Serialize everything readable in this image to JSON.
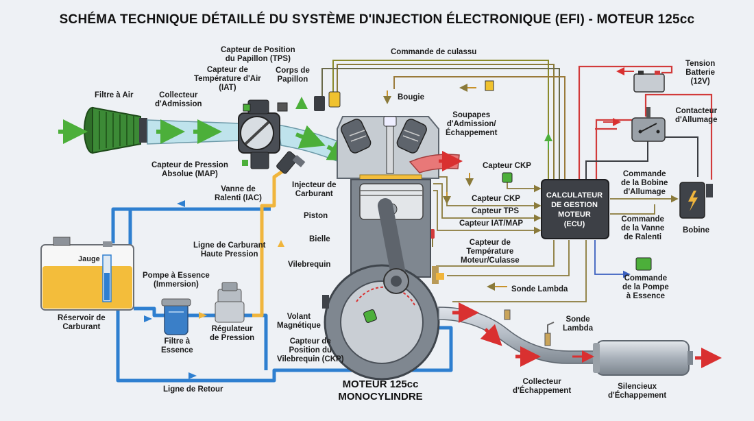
{
  "title": "SCHÉMA TECHNIQUE DÉTAILLÉ DU SYSTÈME D'INJECTION ÉLECTRONIQUE (EFI) - MOTEUR 125cc",
  "ecu_label": "CALCULATEUR\nDE GESTION\nMOTEUR\n(ECU)",
  "engine_label": "MOTEUR 125cc\nMONOCYLINDRE",
  "gauge_label": "Jauge",
  "colors": {
    "background": "#eef1f5",
    "fuel_line_high": "#f0b53c",
    "fuel_line_low": "#2e7fd0",
    "sensor_wire": "#8a7a3a",
    "power_wire": "#d23a3a",
    "ecu_body": "#3d4046",
    "fuel": "#f3bd3b",
    "air_filter": "#3c8a36",
    "intake_pipe": "#bfe3ec",
    "exhaust_port": "#e87878",
    "arrow_green": "#4caf3a",
    "arrow_red": "#d93030"
  },
  "labels": {
    "filtre_air": "Filtre à Air",
    "collecteur_admission": "Collecteur\nd'Admission",
    "capteur_iat": "Capteur de\nTempérature d'Air\n(IAT)",
    "capteur_tps": "Capteur de Position\ndu Papillon (TPS)",
    "corps_papillon": "Corps de\nPapillon",
    "commande_culasse": "Commande de culassu",
    "bougie": "Bougie",
    "soupapes": "Soupapes\nd'Admission/\nÉchappement",
    "capteur_map": "Capteur de Pression\nAbsolue (MAP)",
    "vanne_ralenti": "Vanne de\nRalenti (IAC)",
    "injecteur": "Injecteur de\nCarburant",
    "piston": "Piston",
    "bielle": "Bielle",
    "ligne_hp": "Ligne de Carburant\nHaute Pression",
    "vilebrequin": "Vilebrequin",
    "volant": "Volant\nMagnétique",
    "capteur_ckp_engine": "Capteur de\nPosition du\nVilebrequin (CKP)",
    "pompe": "Pompe à Essence\n(Immersion)",
    "reservoir": "Réservoir de\nCarburant",
    "filtre_essence": "Filtre à\nEssence",
    "regulateur": "Régulateur\nde Pression",
    "ligne_retour": "Ligne de Retour",
    "tension": "Tension\nBatterie\n(12V)",
    "contacteur": "Contacteur\nd'Allumage",
    "capteur_ckp": "Capteur CKP",
    "capteur_ckp_wire": "Capteur CKP",
    "capteur_tps_wire": "Capteur TPS",
    "capteur_iat_map": "Capteur IAT/MAP",
    "capteur_temp": "Capteur de\nTempérature\nMoteur/Culasse",
    "sonde_lambda_wire": "Sonde Lambda",
    "sonde_lambda": "Sonde\nLambda",
    "commande_bobine": "Commande\nde la Bobine\nd'Allumage",
    "bobine": "Bobine",
    "commande_vanne": "Commande\nde la Vanne\nde Ralenti",
    "commande_pompe": "Commande\nde la Pompe\nà Essence",
    "collecteur_echappement": "Collecteur\nd'Échappement",
    "silencieux": "Silencieux\nd'Échappement"
  }
}
